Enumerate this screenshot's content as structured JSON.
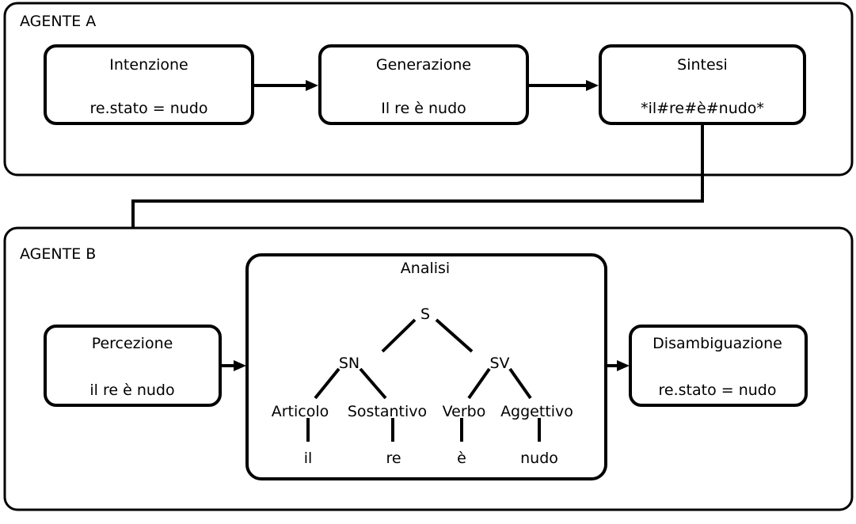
{
  "diagram": {
    "title_agent_a": "AGENTE A",
    "title_agent_b": "AGENTE B",
    "stroke_color": "#000000",
    "background_color": "#ffffff"
  },
  "agent_a": {
    "label": "AGENTE A",
    "nodes": [
      {
        "title": "Intenzione",
        "value": "re.stato = nudo"
      },
      {
        "title": "Generazione",
        "value": "Il re è nudo"
      },
      {
        "title": "Sintesi",
        "value": "*il#re#è#nudo*"
      }
    ]
  },
  "agent_b": {
    "label": "AGENTE B",
    "nodes": [
      {
        "title": "Percezione",
        "value": "il re è nudo"
      },
      {
        "title": "Disambiguazione",
        "value": "re.stato = nudo"
      }
    ],
    "analysis_panel": {
      "title": "Analisi",
      "tree": {
        "root": "S",
        "phrases": [
          "SN",
          "SV"
        ],
        "pos": [
          "Articolo",
          "Sostantivo",
          "Verbo",
          "Aggettivo"
        ],
        "leaves": [
          "il",
          "re",
          "è",
          "nudo"
        ]
      }
    }
  }
}
